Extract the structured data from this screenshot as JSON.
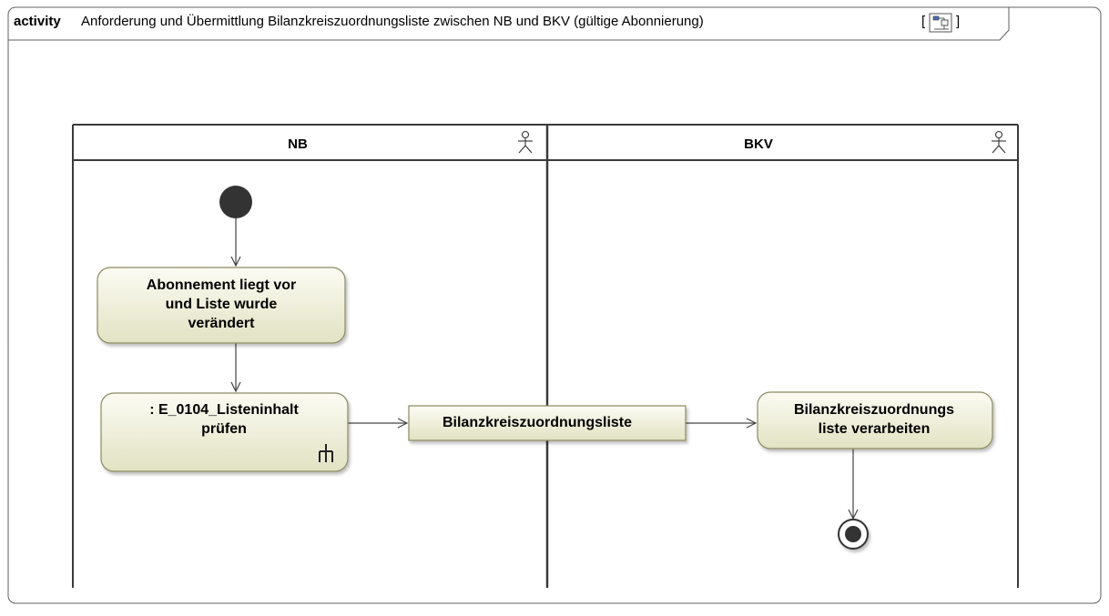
{
  "diagram": {
    "keyword": "activity",
    "title": "Anforderung und Übermittlung Bilanzkreiszuordnungsliste zwischen NB und BKV (gültige Abonnierung)",
    "bracket_open": "[",
    "bracket_close": "]",
    "diagram_type_icon": "activity-diagram-icon"
  },
  "lanes": [
    {
      "name": "NB",
      "icon": "actor-icon"
    },
    {
      "name": "BKV",
      "icon": "actor-icon"
    }
  ],
  "nodes": {
    "initial": {
      "kind": "initial-node"
    },
    "action1": {
      "lines": [
        "Abonnement liegt vor",
        "und Liste wurde",
        "verändert"
      ]
    },
    "action2": {
      "lines": [
        ": E_0104_Listeninhalt",
        "prüfen"
      ],
      "icon": "call-behavior-rake-icon"
    },
    "object1": {
      "label": "Bilanzkreiszuordnungsliste"
    },
    "action3": {
      "lines": [
        "Bilanzkreiszuordnungs",
        "liste verarbeiten"
      ]
    },
    "final": {
      "kind": "activity-final-node"
    }
  },
  "colors": {
    "action_fill_top": "#f7f7ec",
    "action_fill_bottom": "#e4e4c6",
    "action_stroke": "#8a8a62",
    "lane_stroke": "#3a3a3a",
    "node_fill": "#333333"
  }
}
